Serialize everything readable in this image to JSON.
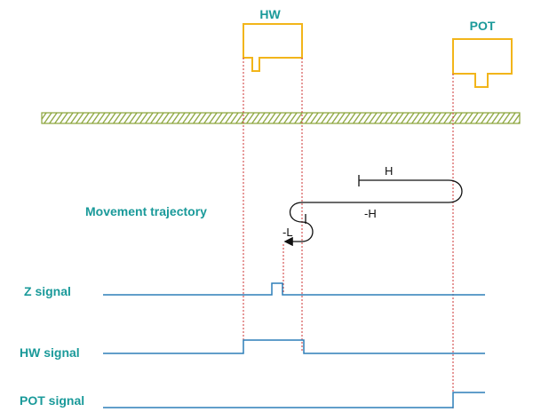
{
  "switches": {
    "hw_label": "HW",
    "pot_label": "POT"
  },
  "trajectory": {
    "title": "Movement trajectory",
    "forward_label": "H",
    "return_label": "-H",
    "slow_label": "-L"
  },
  "signals": {
    "z_label": "Z signal",
    "hw_label": "HW signal",
    "pot_label": "POT signal"
  },
  "colors": {
    "label_teal": "#1a9a9a",
    "switch_outline": "#f2b51a",
    "dashed_guide": "#cc3333",
    "signal_line": "#2d7fb8",
    "ground_hatch": "#8aa43a",
    "trajectory_line": "#111111"
  }
}
